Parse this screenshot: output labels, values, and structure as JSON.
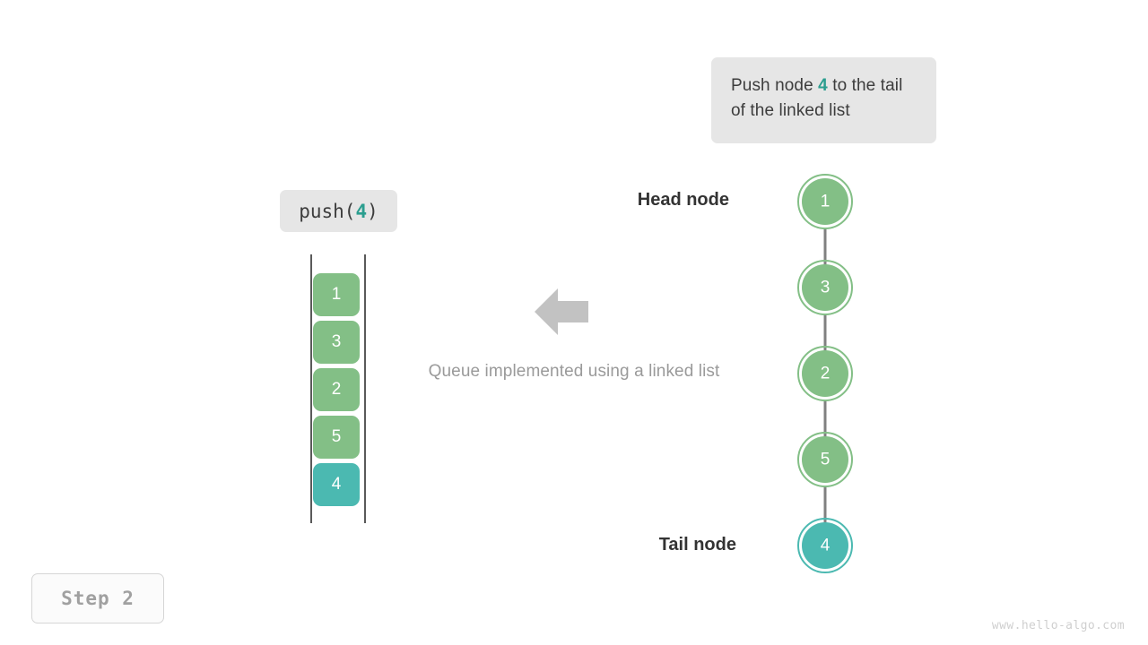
{
  "callout": {
    "text_before": "Push node ",
    "highlight": "4",
    "text_after": " to the tail of the linked list"
  },
  "operation": {
    "name": "push",
    "open_paren": "(",
    "argument": "4",
    "close_paren": ")"
  },
  "queue": {
    "cells": [
      {
        "value": "1",
        "color": "green"
      },
      {
        "value": "3",
        "color": "green"
      },
      {
        "value": "2",
        "color": "green"
      },
      {
        "value": "5",
        "color": "green"
      },
      {
        "value": "4",
        "color": "teal"
      }
    ]
  },
  "center": {
    "caption": "Queue implemented using a linked list",
    "arrow_direction": "left"
  },
  "linked_list": {
    "head_label": "Head node",
    "tail_label": "Tail node",
    "nodes": [
      {
        "value": "1",
        "color": "green"
      },
      {
        "value": "3",
        "color": "green"
      },
      {
        "value": "2",
        "color": "green"
      },
      {
        "value": "5",
        "color": "green"
      },
      {
        "value": "4",
        "color": "teal"
      }
    ]
  },
  "step": {
    "label": "Step  2"
  },
  "watermark": {
    "text": "www.hello-algo.com"
  },
  "colors": {
    "green": "#83bf86",
    "teal": "#4bb9b1",
    "highlight_teal": "#2b9e8f",
    "box_gray": "#e6e6e6",
    "connector_gray": "#808080",
    "caption_gray": "#9a9a9a"
  }
}
